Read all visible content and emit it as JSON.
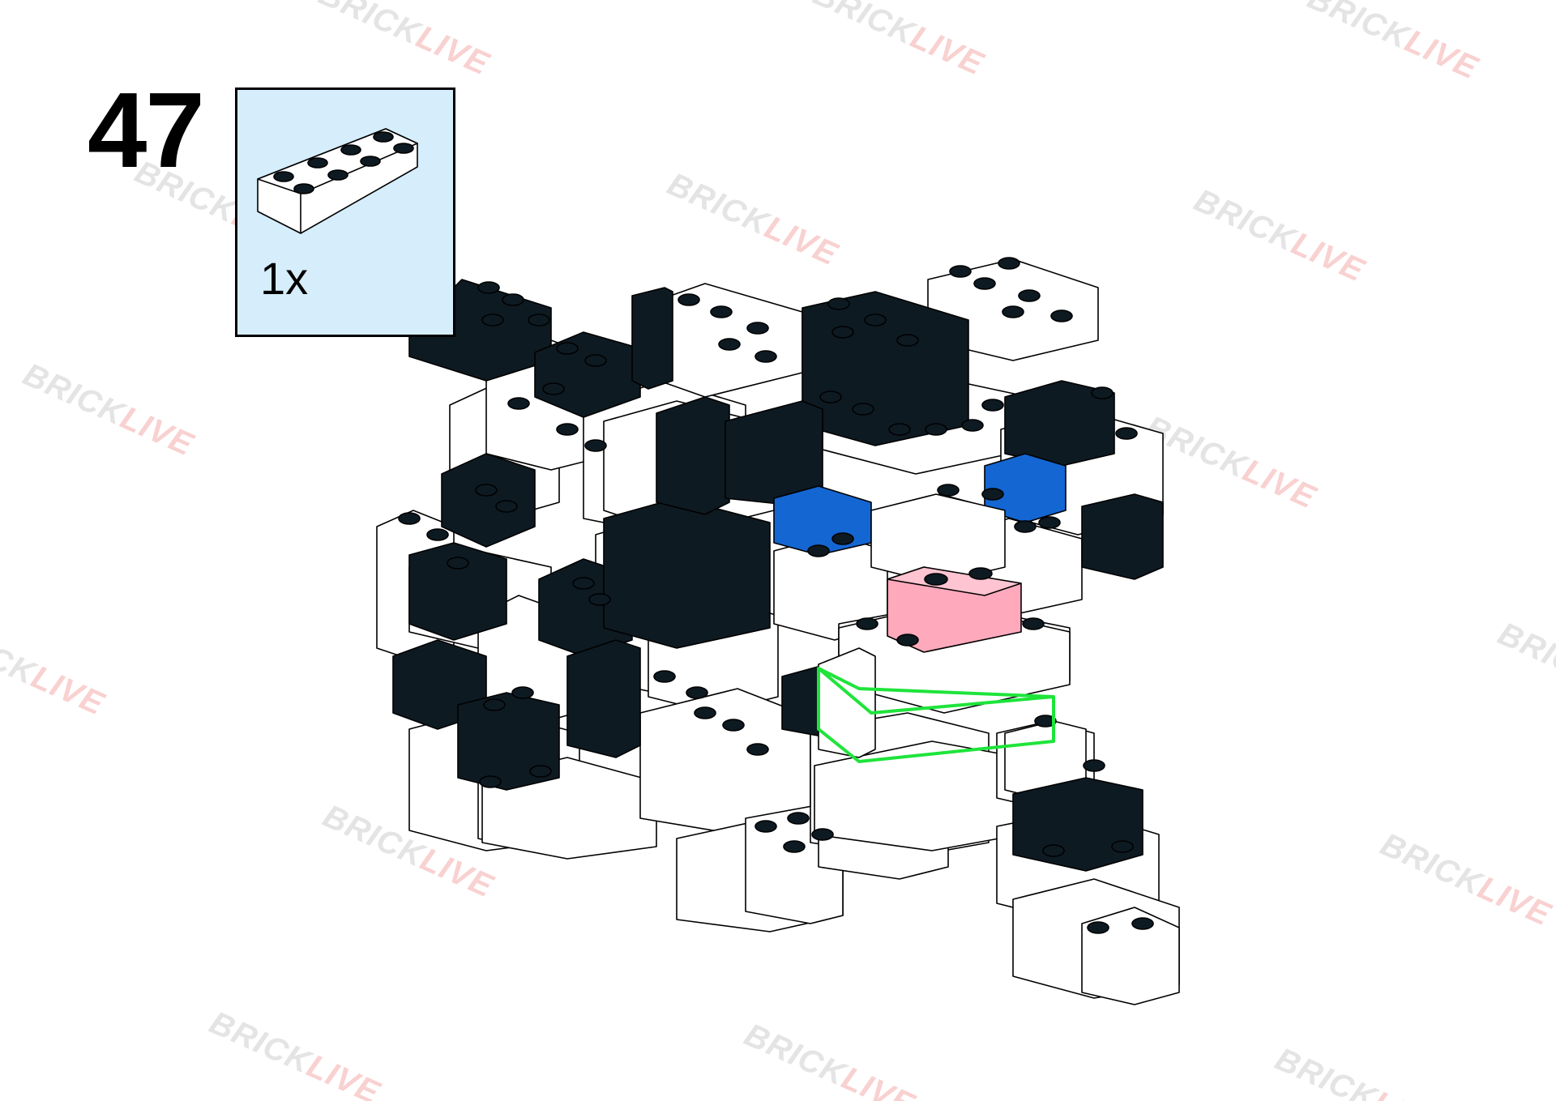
{
  "step": {
    "number": "47"
  },
  "parts_list": {
    "items": [
      {
        "quantity": "1x",
        "part": "brick 2x4",
        "color": "#ffffff"
      }
    ]
  },
  "model": {
    "colors": {
      "white": "#ffffff",
      "black": "#0e1a22",
      "blue": "#1466d2",
      "pink": "#ffa9bd",
      "highlight": "#1ee43a"
    }
  },
  "watermark": {
    "part1": "BRICK",
    "part2": "LIVE"
  }
}
